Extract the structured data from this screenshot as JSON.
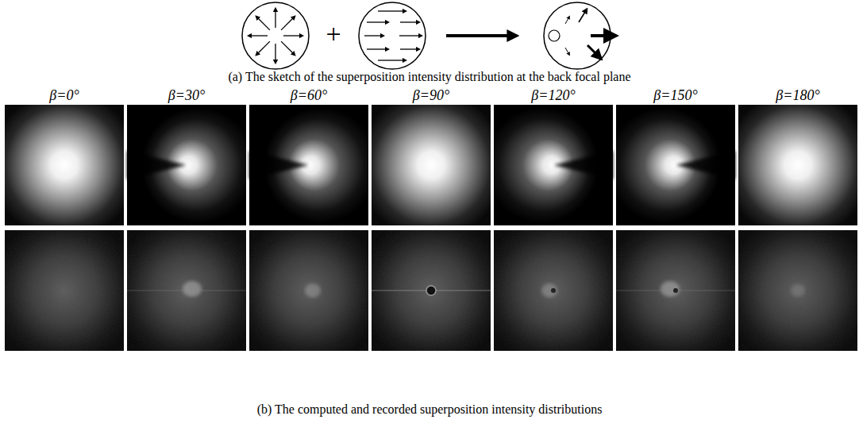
{
  "diagram": {
    "labels": [
      "+",
      "(a) The sketch of the superposition intensity distribution at the back focal plane",
      "β=0°",
      "β=30°",
      "β=60°",
      "β=90°",
      "β=120°",
      "β=150°",
      "β=180°",
      "(b) The computed and recorded superposition intensity distributions"
    ]
  }
}
